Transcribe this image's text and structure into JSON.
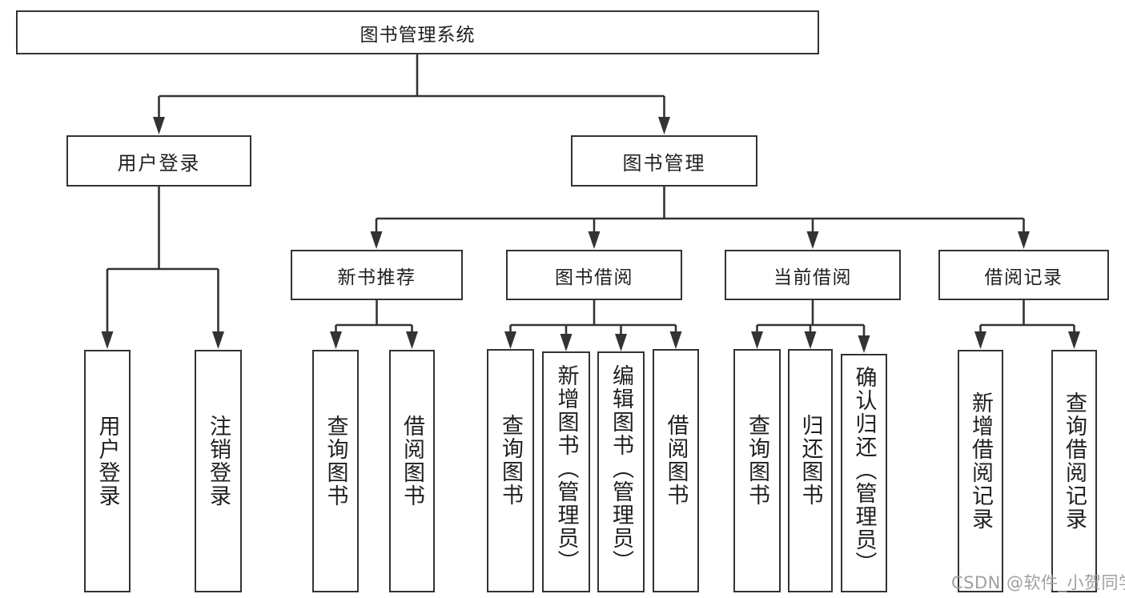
{
  "diagram": {
    "type": "tree",
    "title": "图书管理系统",
    "colors": {
      "line": "#333333",
      "text": "#1f1f1f",
      "background": "#ffffff",
      "watermark": "#a0a0a0"
    },
    "nodes": {
      "root": {
        "label": "图书管理系统"
      },
      "user_login": {
        "label": "用户登录"
      },
      "book_mgmt": {
        "label": "图书管理"
      },
      "login": {
        "label": "用户登录"
      },
      "logout": {
        "label": "注销登录"
      },
      "new_book_rec": {
        "label": "新书推荐"
      },
      "book_borrow": {
        "label": "图书借阅"
      },
      "current_borrow": {
        "label": "当前借阅"
      },
      "borrow_record": {
        "label": "借阅记录"
      },
      "nbr_query": {
        "label": "查询图书"
      },
      "nbr_borrow": {
        "label": "借阅图书"
      },
      "bb_query": {
        "label": "查询图书"
      },
      "bb_add": {
        "label": "新增图书（管理员）"
      },
      "bb_edit": {
        "label": "编辑图书（管理员）"
      },
      "bb_borrow": {
        "label": "借阅图书"
      },
      "cb_query": {
        "label": "查询图书"
      },
      "cb_return": {
        "label": "归还图书"
      },
      "cb_confirm": {
        "label": "确认归还（管理员）"
      },
      "br_add": {
        "label": "新增借阅记录"
      },
      "br_query": {
        "label": "查询借阅记录"
      }
    },
    "edges": [
      [
        "图书管理系统",
        "用户登录"
      ],
      [
        "图书管理系统",
        "图书管理"
      ],
      [
        "用户登录",
        "用户登录"
      ],
      [
        "用户登录",
        "注销登录"
      ],
      [
        "图书管理",
        "新书推荐"
      ],
      [
        "图书管理",
        "图书借阅"
      ],
      [
        "图书管理",
        "当前借阅"
      ],
      [
        "图书管理",
        "借阅记录"
      ],
      [
        "新书推荐",
        "查询图书"
      ],
      [
        "新书推荐",
        "借阅图书"
      ],
      [
        "图书借阅",
        "查询图书"
      ],
      [
        "图书借阅",
        "新增图书（管理员）"
      ],
      [
        "图书借阅",
        "编辑图书（管理员）"
      ],
      [
        "图书借阅",
        "借阅图书"
      ],
      [
        "当前借阅",
        "查询图书"
      ],
      [
        "当前借阅",
        "归还图书"
      ],
      [
        "当前借阅",
        "确认归还（管理员）"
      ],
      [
        "借阅记录",
        "新增借阅记录"
      ],
      [
        "借阅记录",
        "查询借阅记录"
      ]
    ]
  },
  "watermark": {
    "text": "CSDN @软件_小贺同学"
  }
}
